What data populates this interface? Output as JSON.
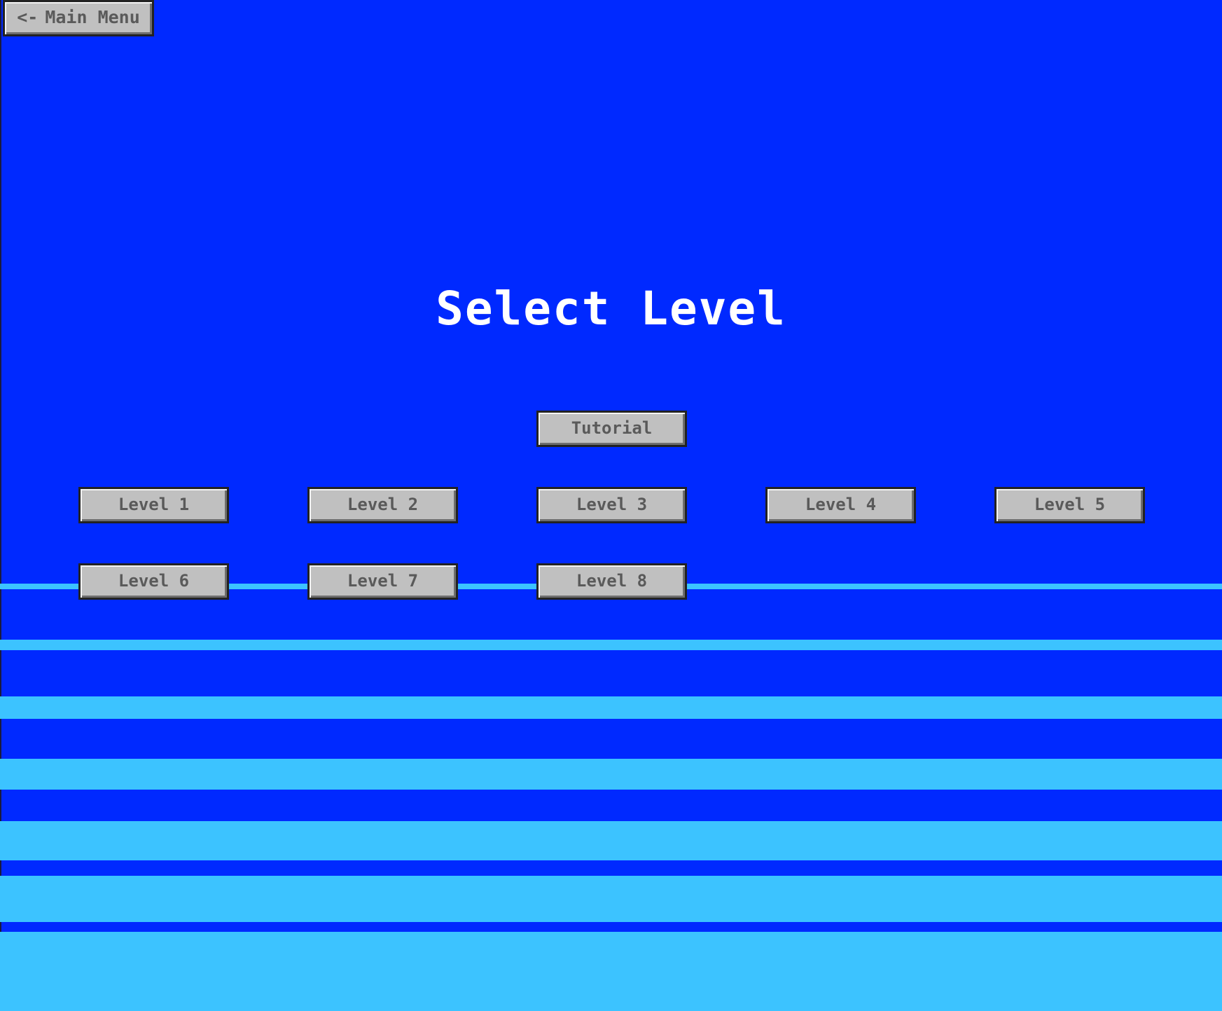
{
  "header": {
    "back_arrow": "<-",
    "back_label": "Main Menu"
  },
  "title": "Select Level",
  "buttons": {
    "tutorial": "Tutorial",
    "levels": [
      "Level 1",
      "Level 2",
      "Level 3",
      "Level 4",
      "Level 5",
      "Level 6",
      "Level 7",
      "Level 8"
    ]
  },
  "colors": {
    "background": "#0029ff",
    "stripe": "#3cc3ff",
    "button_face": "#c0c0c0",
    "button_text": "#5a5a5a",
    "title_text": "#ffffff"
  }
}
